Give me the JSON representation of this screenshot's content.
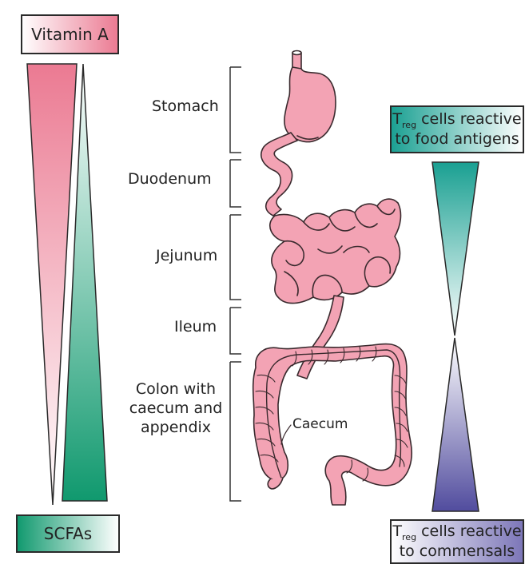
{
  "labels": {
    "vitamin_a": "Vitamin A",
    "scfas": "SCFAs",
    "treg_food_T": "T",
    "treg_food_sub": "reg",
    "treg_food_rest": " cells reactive",
    "treg_food_line2": "to food antigens",
    "treg_comm_T": "T",
    "treg_comm_sub": "reg",
    "treg_comm_rest": " cells reactive",
    "treg_comm_line2": "to commensals"
  },
  "organs": {
    "stomach": "Stomach",
    "duodenum": "Duodenum",
    "jejunum": "Jejunum",
    "ileum": "Ileum",
    "colon_line1": "Colon with",
    "colon_line2": "caecum and",
    "colon_line3": "appendix",
    "caecum": "Caecum"
  },
  "colors": {
    "pink": "#e8778f",
    "green": "#1a9a72",
    "teal": "#1a9e90",
    "purple": "#5650a0",
    "organ_fill": "#f3a3b4",
    "organ_stroke": "#3a2a2e"
  }
}
